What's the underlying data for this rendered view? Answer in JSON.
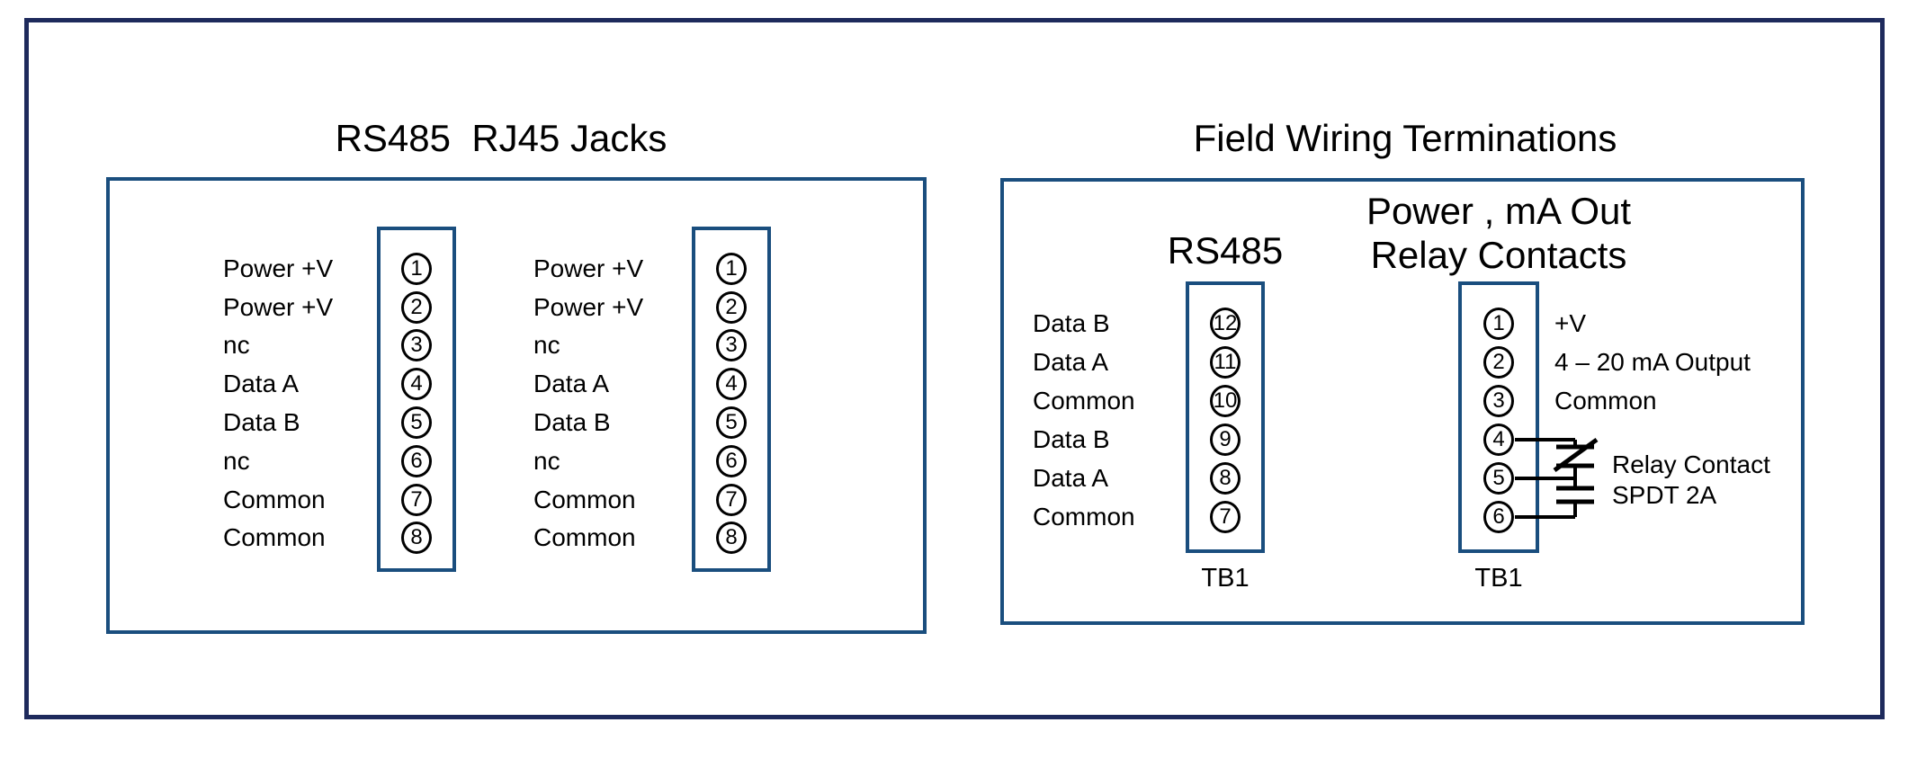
{
  "colors": {
    "outer_border": "#1e2a5c",
    "box_border": "#1a4e7e",
    "diagram_line": "#000000",
    "text": "#000000",
    "background": "#ffffff"
  },
  "titles": {
    "left": "RS485  RJ45 Jacks",
    "right": "Field Wiring Terminations"
  },
  "rj45": {
    "jacks": [
      {
        "pins": [
          {
            "num": "1",
            "label": "Power +V"
          },
          {
            "num": "2",
            "label": "Power +V"
          },
          {
            "num": "3",
            "label": "nc"
          },
          {
            "num": "4",
            "label": "Data A"
          },
          {
            "num": "5",
            "label": "Data B"
          },
          {
            "num": "6",
            "label": "nc"
          },
          {
            "num": "7",
            "label": "Common"
          },
          {
            "num": "8",
            "label": "Common"
          }
        ]
      },
      {
        "pins": [
          {
            "num": "1",
            "label": "Power +V"
          },
          {
            "num": "2",
            "label": "Power +V"
          },
          {
            "num": "3",
            "label": "nc"
          },
          {
            "num": "4",
            "label": "Data A"
          },
          {
            "num": "5",
            "label": "Data B"
          },
          {
            "num": "6",
            "label": "nc"
          },
          {
            "num": "7",
            "label": "Common"
          },
          {
            "num": "8",
            "label": "Common"
          }
        ]
      }
    ]
  },
  "field": {
    "rs485_block": {
      "heading": "RS485",
      "footer": "TB1",
      "pins": [
        {
          "num": "12",
          "label": "Data B"
        },
        {
          "num": "11",
          "label": "Data A"
        },
        {
          "num": "10",
          "label": "Common"
        },
        {
          "num": "9",
          "label": "Data B"
        },
        {
          "num": "8",
          "label": "Data A"
        },
        {
          "num": "7",
          "label": "Common"
        }
      ]
    },
    "power_block": {
      "heading_line1": "Power , mA Out",
      "heading_line2": "Relay Contacts",
      "footer": "TB1",
      "pins": [
        {
          "num": "1",
          "label": "+V"
        },
        {
          "num": "2",
          "label": "4 – 20 mA Output"
        },
        {
          "num": "3",
          "label": "Common"
        },
        {
          "num": "4",
          "label": ""
        },
        {
          "num": "5",
          "label": ""
        },
        {
          "num": "6",
          "label": ""
        }
      ],
      "relay_line1": "Relay Contact",
      "relay_line2": "SPDT 2A"
    }
  }
}
